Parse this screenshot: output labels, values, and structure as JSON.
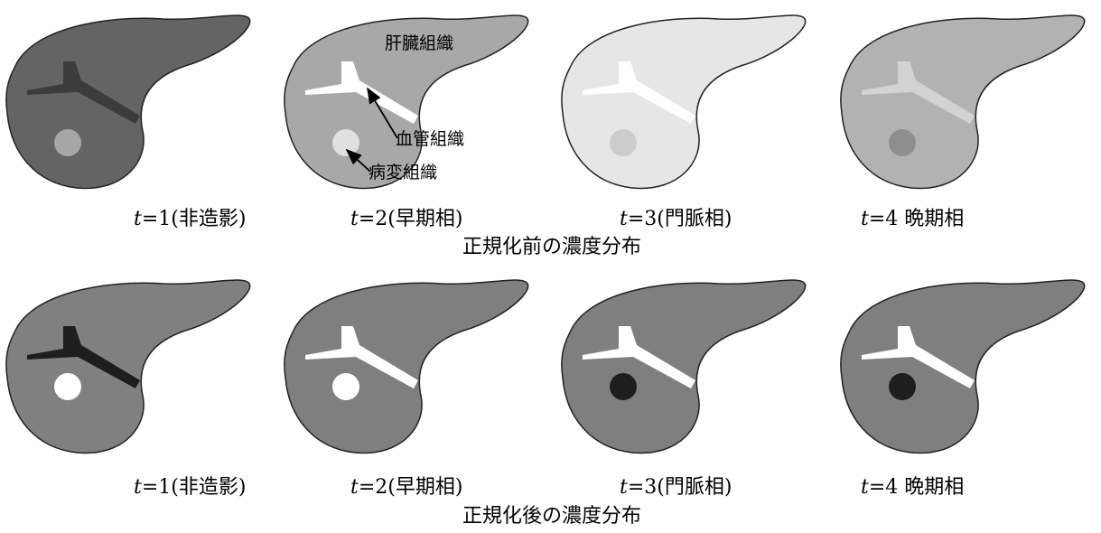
{
  "annotations": {
    "liver_tissue": "肝臓組織",
    "vessel_tissue": "血管組織",
    "lesion_tissue": "病変組織"
  },
  "rows": [
    {
      "title": "正規化前の濃度分布",
      "panels": [
        {
          "t_var": "t",
          "label": "=1(非造影)",
          "liver_color": "#646464",
          "vessel_color": "#3c3c3c",
          "lesion_color": "#a6a6a6"
        },
        {
          "t_var": "t",
          "label": "=2(早期相)",
          "liver_color": "#a8a8a8",
          "vessel_color": "#ffffff",
          "lesion_color": "#e0e0e0"
        },
        {
          "t_var": "t",
          "label": "=3(門脈相)",
          "liver_color": "#e6e6e6",
          "vessel_color": "#ffffff",
          "lesion_color": "#cccccc"
        },
        {
          "t_var": "t",
          "label": "=4 晩期相",
          "liver_color": "#b2b2b2",
          "vessel_color": "#d3d3d3",
          "lesion_color": "#8e8e8e"
        }
      ]
    },
    {
      "title": "正規化後の濃度分布",
      "panels": [
        {
          "t_var": "t",
          "label": "=1(非造影)",
          "liver_color": "#808080",
          "vessel_color": "#1e1e1e",
          "lesion_color": "#ffffff"
        },
        {
          "t_var": "t",
          "label": "=2(早期相)",
          "liver_color": "#7f7f7f",
          "vessel_color": "#ffffff",
          "lesion_color": "#ffffff"
        },
        {
          "t_var": "t",
          "label": "=3(門脈相)",
          "liver_color": "#7f7f7f",
          "vessel_color": "#ffffff",
          "lesion_color": "#1e1e1e"
        },
        {
          "t_var": "t",
          "label": "=4 晩期相",
          "liver_color": "#7f7f7f",
          "vessel_color": "#ffffff",
          "lesion_color": "#1e1e1e"
        }
      ]
    }
  ]
}
